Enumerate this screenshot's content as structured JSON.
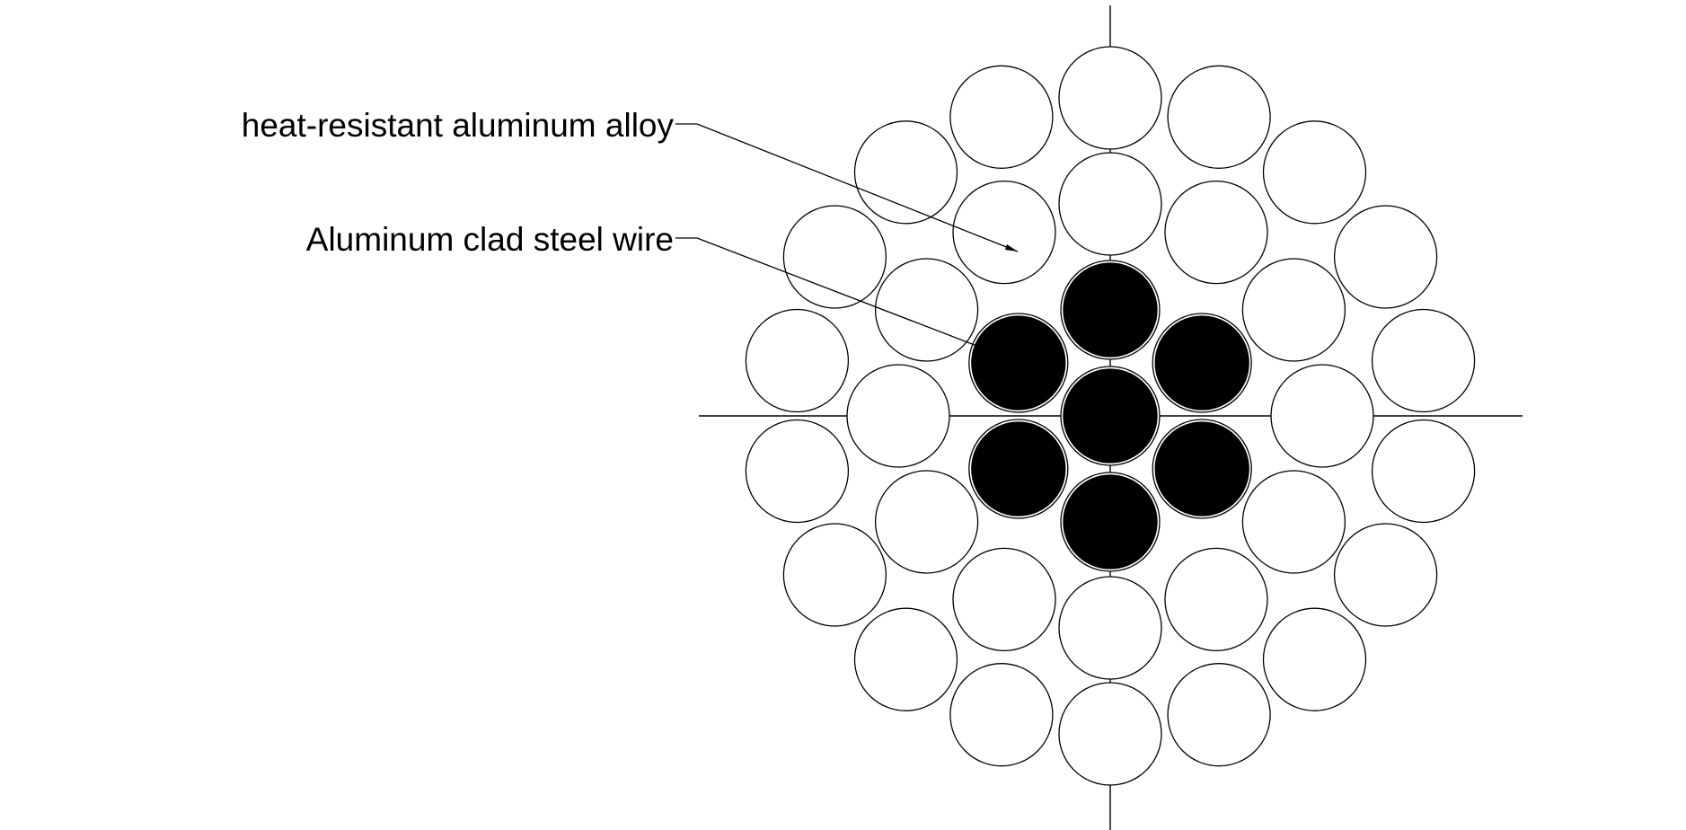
{
  "labels": {
    "aluminum_alloy": "heat-resistant aluminum alloy",
    "steel_wire": "Aluminum clad steel wire"
  },
  "structure": {
    "steel_core_count": 7,
    "inner_aluminum_layer_count": 12,
    "outer_aluminum_layer_count": 18
  },
  "colors": {
    "steel_fill": "#000000",
    "aluminum_fill": "#ffffff",
    "stroke": "#000000"
  }
}
